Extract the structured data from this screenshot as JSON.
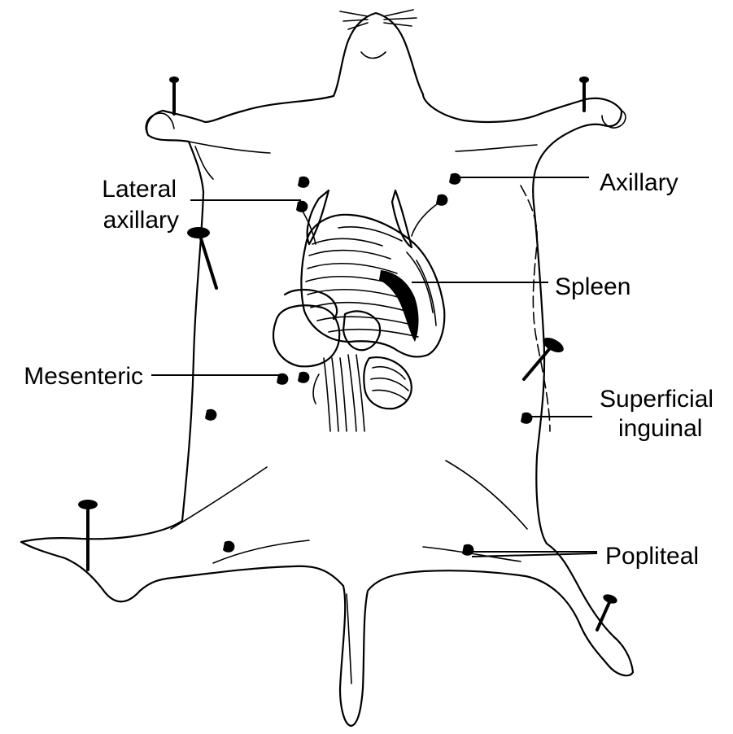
{
  "diagram": {
    "labels": {
      "lateral_axillary_line1": "Lateral",
      "lateral_axillary_line2": "axillary",
      "axillary": "Axillary",
      "spleen": "Spleen",
      "mesenteric": "Mesenteric",
      "superficial_inguinal_line1": "Superficial",
      "superficial_inguinal_line2": "inguinal",
      "popliteal": "Popliteal"
    }
  }
}
